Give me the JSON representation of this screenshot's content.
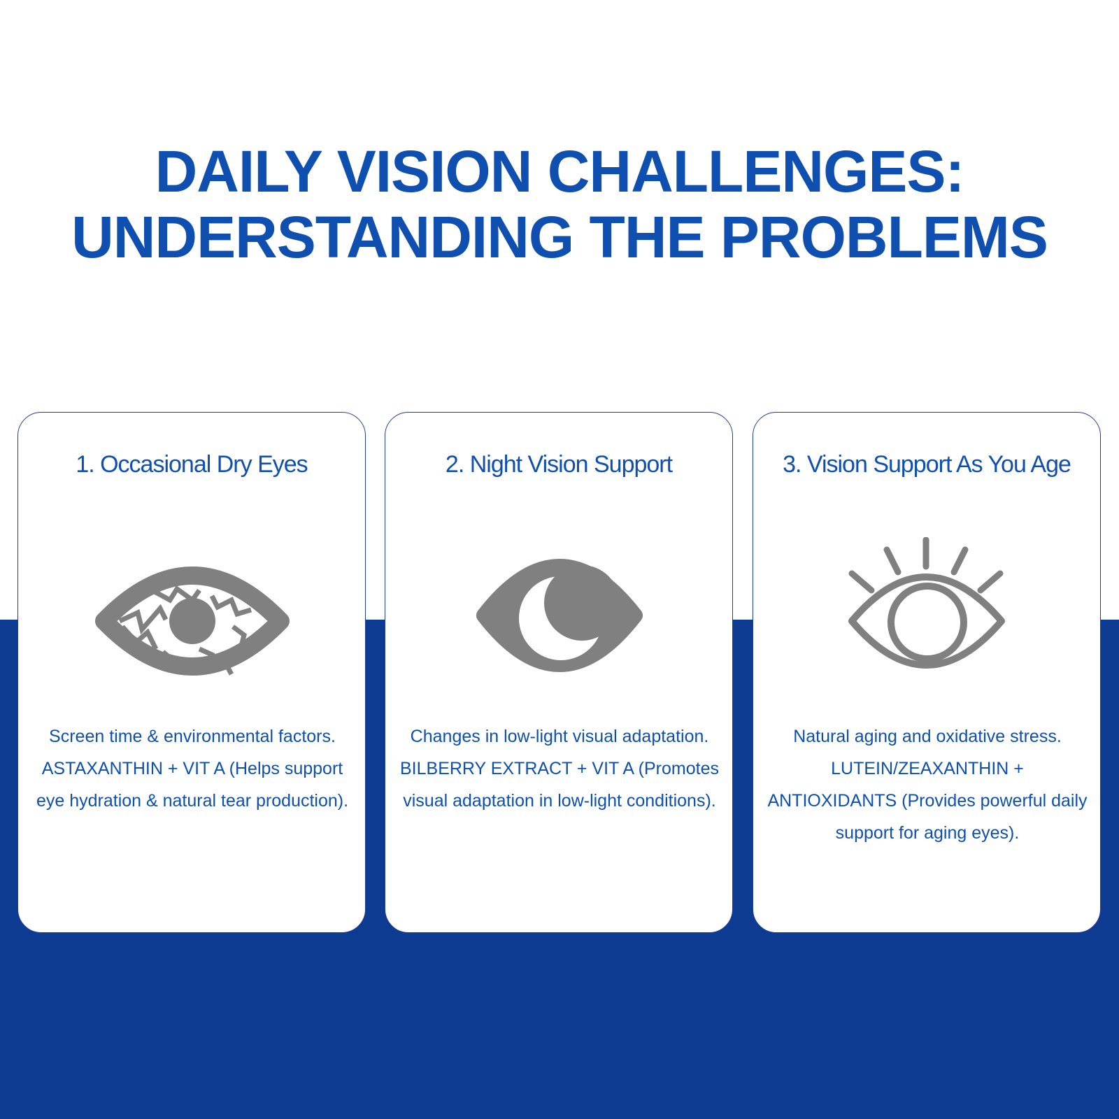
{
  "colors": {
    "headline": "#0f4fb0",
    "band": "#0d3b91",
    "icon": "#808080",
    "card_border": "#1e3f93"
  },
  "headline": {
    "line1": "DAILY VISION CHALLENGES:",
    "line2": "UNDERSTANDING THE PROBLEMS"
  },
  "cards": [
    {
      "title": "1. Occasional Dry Eyes",
      "icon": "irritated-eye-icon",
      "description": "Screen time & environmental factors.",
      "formula": "ASTAXANTHIN + VIT A (Helps support eye hydration & natural tear production)."
    },
    {
      "title": "2. Night Vision Support",
      "icon": "moon-eye-icon",
      "description": "Changes in low-light visual adaptation.",
      "formula": "BILBERRY EXTRACT + VIT A (Promotes visual adaptation in low-light conditions)."
    },
    {
      "title": "3. Vision Support As You Age",
      "icon": "eye-with-lashes-icon",
      "description": "Natural aging and oxidative stress.",
      "formula": "LUTEIN/ZEAXANTHIN + ANTIOXIDANTS (Provides powerful daily support for aging eyes)."
    }
  ]
}
